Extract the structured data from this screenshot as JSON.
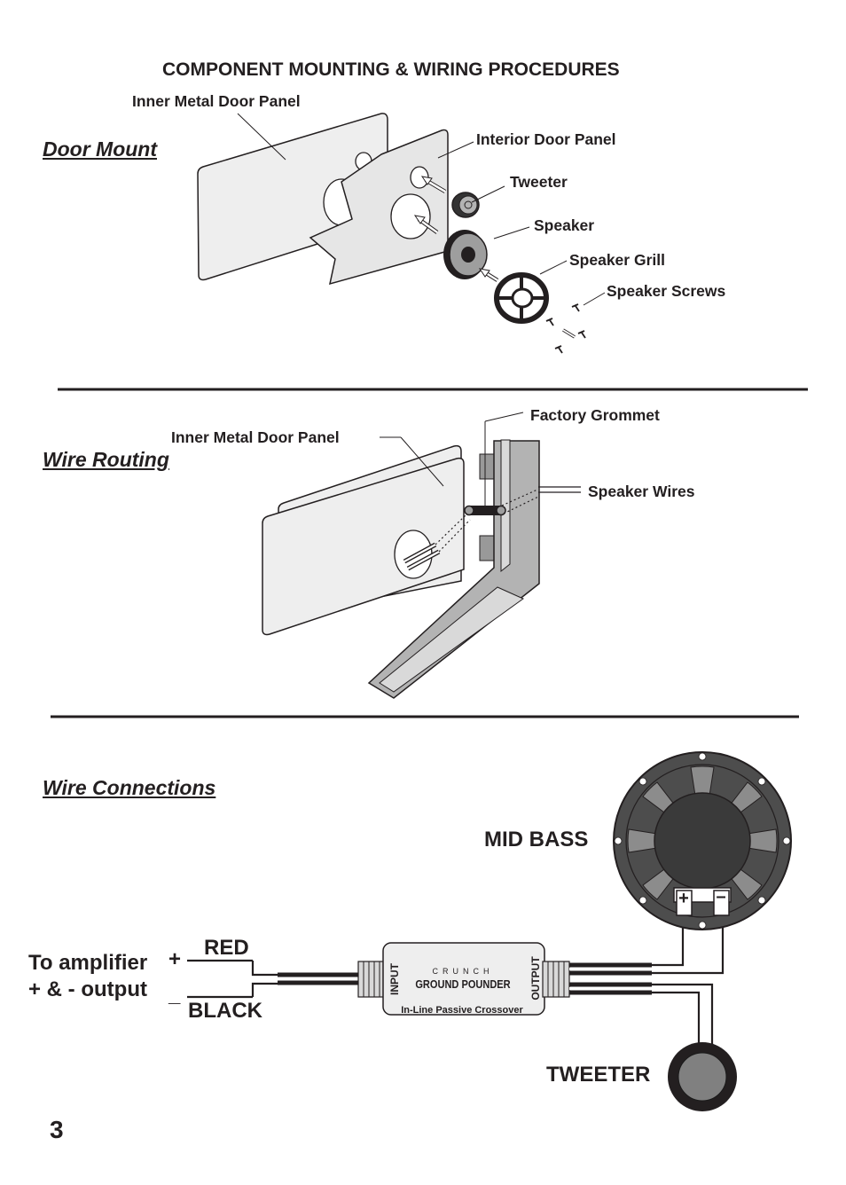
{
  "title": "COMPONENT MOUNTING & WIRING PROCEDURES",
  "page_number": "3",
  "door_mount": {
    "heading": "Door Mount",
    "labels": {
      "inner_panel": "Inner Metal Door Panel",
      "interior_panel": "Interior Door Panel",
      "tweeter": "Tweeter",
      "speaker": "Speaker",
      "grill": "Speaker Grill",
      "screws": "Speaker Screws"
    }
  },
  "wire_routing": {
    "heading": "Wire Routing",
    "labels": {
      "inner_panel": "Inner Metal Door Panel",
      "grommet": "Factory Grommet",
      "wires": "Speaker Wires"
    }
  },
  "wire_connections": {
    "heading": "Wire Connections",
    "amp_line1": "To amplifier",
    "amp_line2": "+ & - output",
    "plus": "+",
    "minus": "_",
    "red": "RED",
    "black": "BLACK",
    "mid_bass": "MID BASS",
    "tweeter": "TWEETER",
    "crossover": {
      "brand": "CRUNCH",
      "model": "GROUND POUNDER",
      "input": "INPUT",
      "output": "OUTPUT",
      "caption": "In-Line Passive Crossover"
    },
    "terminal_plus": "+",
    "terminal_minus": "–"
  },
  "colors": {
    "ink": "#231f20",
    "panel_fill": "#eeeeee",
    "dark_gray": "#4d4d4d",
    "mid_gray": "#808080",
    "light_gray": "#b3b3b3"
  }
}
